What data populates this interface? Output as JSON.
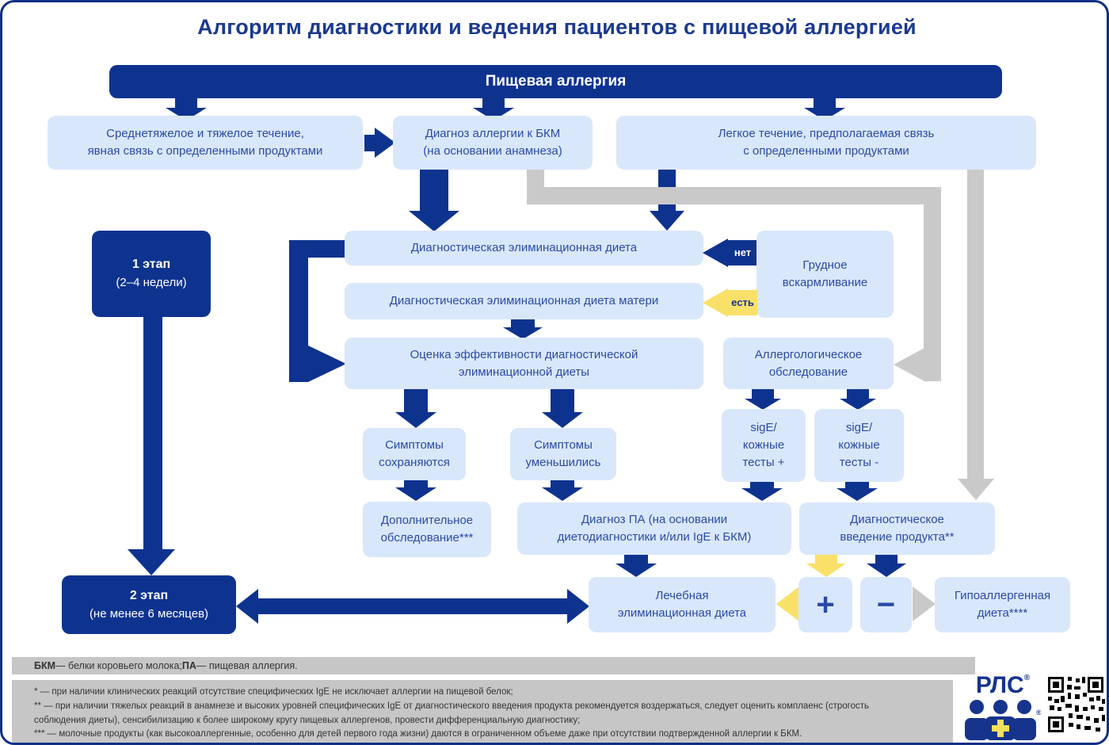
{
  "title": "Алгоритм диагностики и ведения пациентов с пищевой аллергией",
  "colors": {
    "navy": "#0e338f",
    "light_box": "#d9e7fb",
    "box_text": "#2a4ba5",
    "gray": "#c9c9c9",
    "yellow": "#f9e069"
  },
  "flow": {
    "food_allergy": "Пищевая аллергия",
    "severe_course": "Среднетяжелое и тяжелое течение,\nявная связь с определенными продуктами",
    "cmp_diagnosis": "Диагноз аллергии к БКМ\n(на основании анамнеза)",
    "mild_course": "Легкое течение, предполагаемая связь\nс определенными продуктами",
    "diag_diet": "Диагностическая элиминационная диета",
    "no_label": "нет",
    "yes_label": "есть",
    "breastfeeding": "Грудное\nвскармливание",
    "diag_diet_mother": "Диагностическая элиминационная диета матери",
    "stage1": {
      "title": "1 этап",
      "subtitle": "(2–4 недели)"
    },
    "evaluation": "Оценка эффективности диагностической\nэлиминационной диеты",
    "allergy_exam": "Аллергологическое\nобследование",
    "symptoms_persist": "Симптомы\nсохраняются",
    "symptoms_decreased": "Симптомы\nуменьшились",
    "sige_pos": "sigE/\nкожные\nтесты +",
    "sige_neg": "sigE/\nкожные\nтесты -",
    "additional_exam": "Дополнительное\nобследование***",
    "pa_diagnosis": "Диагноз ПА (на основании\nдиетодиагностики и/или IgE к БКМ)",
    "diag_introduction": "Диагностическое\nвведение продукта**",
    "treatment_diet": "Лечебная\nэлиминационная диета",
    "plus": "+",
    "minus": "−",
    "hypoallergenic": "Гипоаллергенная\nдиета****",
    "stage2": {
      "title": "2 этап",
      "subtitle": "(не менее 6 месяцев)"
    }
  },
  "footer": {
    "abbr": {
      "b1": "БКМ",
      "t1": " — белки коровьего молока; ",
      "b2": "ПА",
      "t2": " — пищевая аллергия."
    },
    "notes": [
      "* — при наличии клинических реакций отсутствие специфических IgE не исключает аллергии на пищевой белок;",
      "** — при наличии тяжелых реакций в анамнезе и высоких уровней специфических IgE от диагностического введения продукта рекомендуется воздержаться, следует оценить комплаенс (строгость",
      "соблюдения диеты), сенсибилизацию к более широкому кругу пищевых аллергенов, провести дифференциальную диагностику;",
      "*** — молочные продукты (как высокоаллергенные, особенно для детей первого года жизни) даются в ограниченном объеме даже при отсутствии подтвержденной аллергии к БКМ."
    ]
  },
  "logo": {
    "text": "РЛС",
    "reg": "®"
  }
}
